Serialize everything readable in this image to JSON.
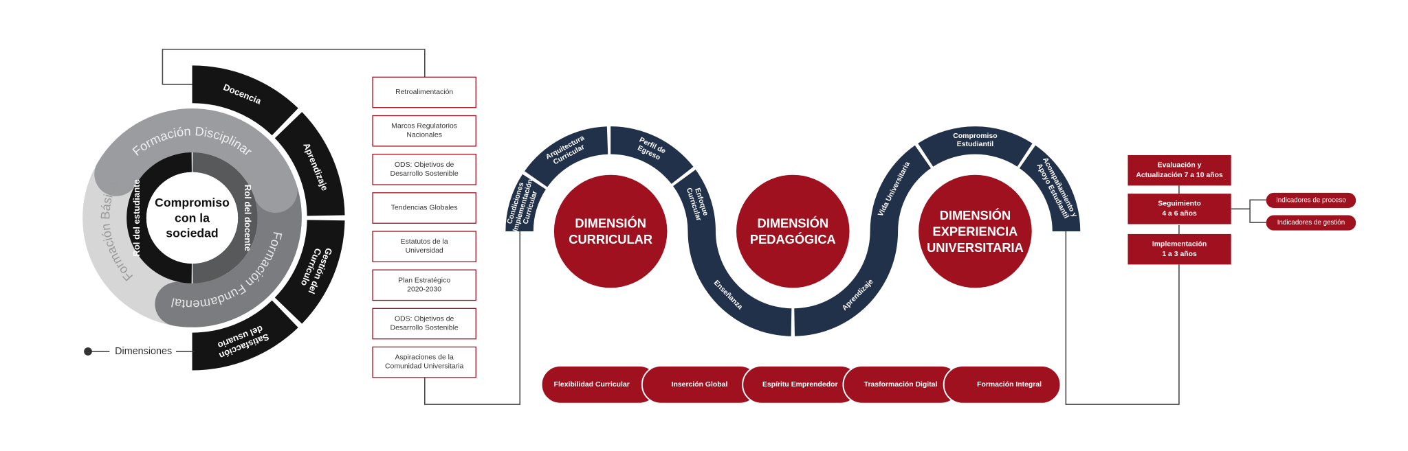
{
  "wheel": {
    "center": [
      "Compromiso",
      "con la",
      "sociedad"
    ],
    "inner": {
      "student": "Rol del estudiante",
      "teacher": "Rol del docente"
    },
    "rings": [
      "Formación Disciplinar",
      "Formación Fundamental",
      "Formación Básica"
    ],
    "segments": [
      [
        "Docencia"
      ],
      [
        "Aprendizaje"
      ],
      [
        "Gestión del",
        "Currículo"
      ],
      [
        "Satisfacción",
        "del usuario"
      ]
    ],
    "legend": "Dimensiones"
  },
  "inputs": [
    [
      "Retroalimentación"
    ],
    [
      "Marcos Regulatorios",
      "Nacionales"
    ],
    [
      "ODS: Objetivos de",
      "Desarrollo Sostenible"
    ],
    [
      "Tendencias Globales"
    ],
    [
      "Estatutos de la",
      "Universidad"
    ],
    [
      "Plan Estratégico",
      "2020-2030"
    ],
    [
      "ODS: Objetivos de",
      "Desarrollo Sostenible"
    ],
    [
      "Aspiraciones de la",
      "Comunidad Universitaria"
    ]
  ],
  "dimensions": [
    {
      "title": [
        "DIMENSIÓN",
        "CURRICULAR"
      ],
      "segments": [
        [
          "Condiciones",
          "Implementación",
          "Curricular"
        ],
        [
          "Arquitectura",
          "Curricular"
        ],
        [
          "Perfil de",
          "Egreso"
        ],
        [
          "Enfoque",
          "Curricular"
        ]
      ]
    },
    {
      "title": [
        "DIMENSIÓN",
        "PEDAGÓGICA"
      ],
      "segments": [
        [
          "Enseñanza"
        ],
        [
          "Aprendizaje"
        ]
      ]
    },
    {
      "title": [
        "DIMENSIÓN",
        "EXPERIENCIA",
        "UNIVERSITARIA"
      ],
      "segments": [
        [
          "Vida Universitaria"
        ],
        [
          "Compromiso",
          "Estudiantil"
        ],
        [
          "Acompañamiento y",
          "Apoyo Estudiantil"
        ]
      ]
    }
  ],
  "pillars": [
    "Flexibilidad Curricular",
    "Inserción Global",
    "Espíritu Emprendedor",
    "Trasformación Digital",
    "Formación Integral"
  ],
  "phases": [
    [
      "Evaluación y",
      "Actualización 7 a 10 años"
    ],
    [
      "Seguimiento",
      "4 a 6 años"
    ],
    [
      "Implementación",
      "1 a 3 años"
    ]
  ],
  "indicators": [
    "Indicadores de proceso",
    "Indicadores de gestión"
  ],
  "colors": {
    "red": "#a0111f",
    "navy": "#22314a",
    "black": "#141414",
    "gray_disciplinar": "#9a9ca0",
    "gray_fundamental": "#7b7c80",
    "gray_basica": "#d6d6d6",
    "gray_docente": "#58595b",
    "line": "#444444"
  }
}
